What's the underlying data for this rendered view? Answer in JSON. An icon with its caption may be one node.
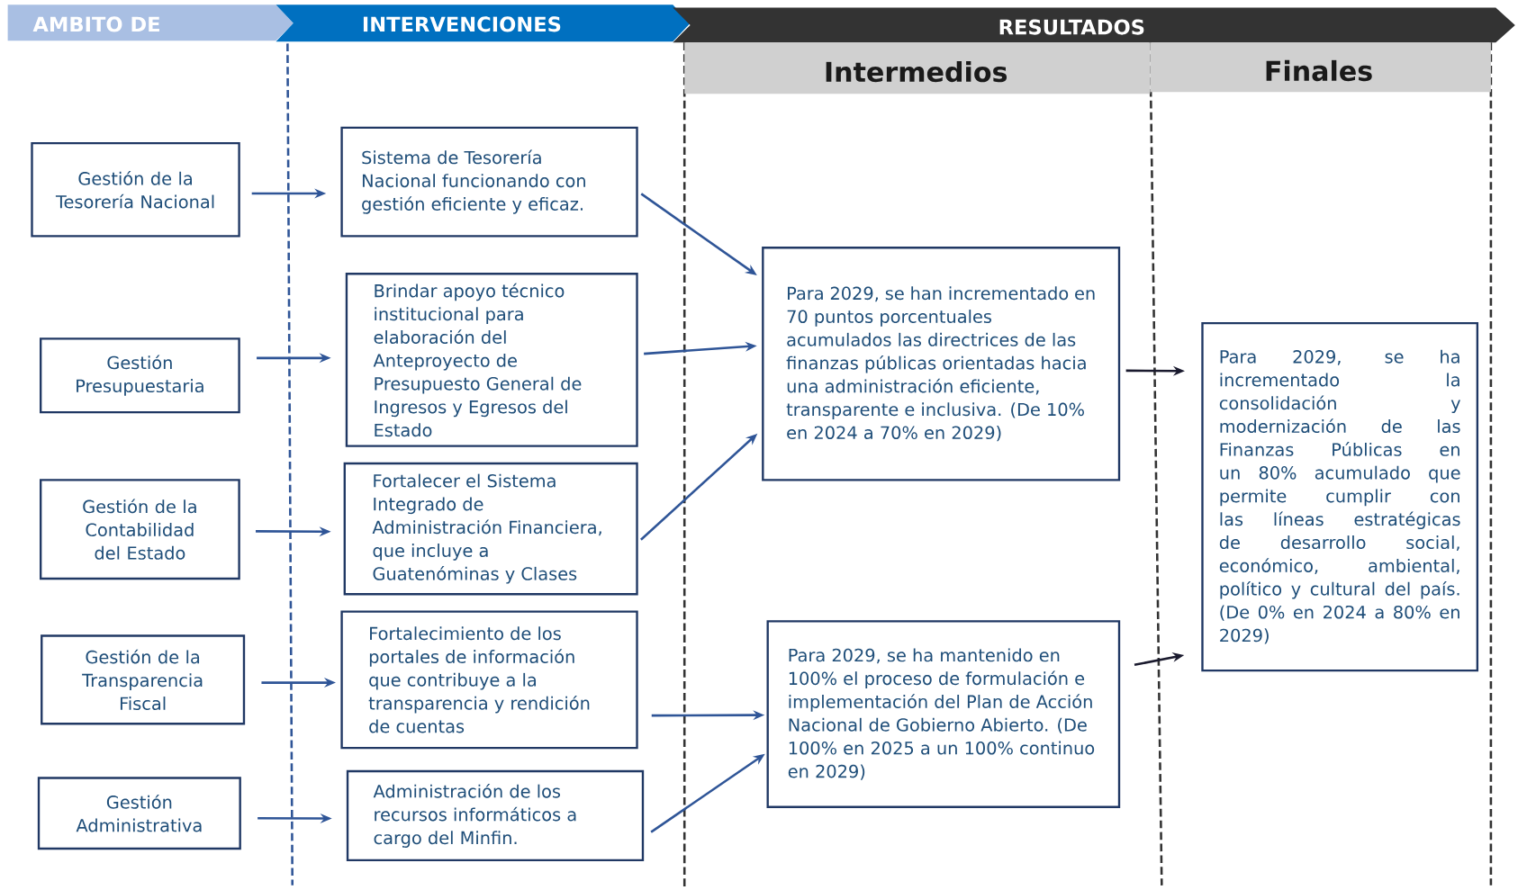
{
  "diagram": {
    "nodes": [
      {
        "text": [
          "AMBITO DE"
        ]
      },
      {
        "text": [
          "INTERVENCIONES"
        ]
      },
      {
        "text": [
          "RESULTADOS"
        ]
      },
      {
        "text": [
          "Intermedios"
        ]
      },
      {
        "text": [
          "Finales"
        ]
      },
      {
        "text": [
          "Gestión de la Tesorería Nacional"
        ]
      },
      {
        "text": [
          "Gestión Presupuestaria"
        ]
      },
      {
        "text": [
          "Gestión de la Contabilidad del Estado"
        ]
      },
      {
        "text": [
          "Gestión de la Transparencia Fiscal"
        ]
      },
      {
        "text": [
          "Gestión Administrativa"
        ]
      },
      {
        "text": [
          "Sistema de Tesorería Nacional funcionando con gestión eficiente y eficaz."
        ]
      },
      {
        "text": [
          "Brindar apoyo técnico institucional para elaboración del Anteproyecto de Presupuesto General de Ingresos y Egresos del Estado"
        ]
      },
      {
        "text": [
          "Fortalecer el Sistema Integrado de Administración Financiera, que incluye a Guatenóminas y Clases"
        ]
      },
      {
        "text": [
          "Fortalecimiento de los portales de información que contribuye a la transparencia y rendición de cuentas"
        ]
      },
      {
        "text": [
          "Administración de los recursos informáticos a cargo del Minfin."
        ]
      },
      {
        "text": [
          "Para 2029, se han incrementado en 70 puntos porcentuales acumulados las directrices de las finanzas públicas orientadas hacia una administración eficiente, transparente e inclusiva. (De 10% en 2024 a 70% en 2029)"
        ]
      },
      {
        "text": [
          "Para 2029, se ha mantenido en 100% el proceso de formulación e implementación del Plan de Acción Nacional de Gobierno Abierto. (De 100% en 2025 a un 100% continuo en 2029)"
        ]
      },
      {
        "text": [
          "Para 2029, se ha incrementado la consolidación y modernización de las Finanzas Públicas en un 80% acumulado que permite cumplir con las líneas estratégicas de desarrollo social, económico, ambiental, político y cultural del país. (De 0% en 2024 a 80% en 2029)"
        ]
      }
    ],
    "edges": [
      {
        "from": 5,
        "to": 10,
        "arrow": "to"
      },
      {
        "from": 6,
        "to": 11,
        "arrow": "to"
      },
      {
        "from": 7,
        "to": 12,
        "arrow": "to"
      },
      {
        "from": 8,
        "to": 13,
        "arrow": "to"
      },
      {
        "from": 9,
        "to": 14,
        "arrow": "to"
      },
      {
        "from": 10,
        "to": 15,
        "arrow": "to"
      },
      {
        "from": 11,
        "to": 15,
        "arrow": "to"
      },
      {
        "from": 12,
        "to": 15,
        "arrow": "to"
      },
      {
        "from": 13,
        "to": 16,
        "arrow": "to"
      },
      {
        "from": 14,
        "to": 16,
        "arrow": "to"
      },
      {
        "from": 15,
        "to": 17,
        "arrow": "to",
        "color": "#1a1a2e"
      },
      {
        "from": 16,
        "to": 17,
        "arrow": "to",
        "color": "#1a1a2e"
      }
    ]
  }
}
